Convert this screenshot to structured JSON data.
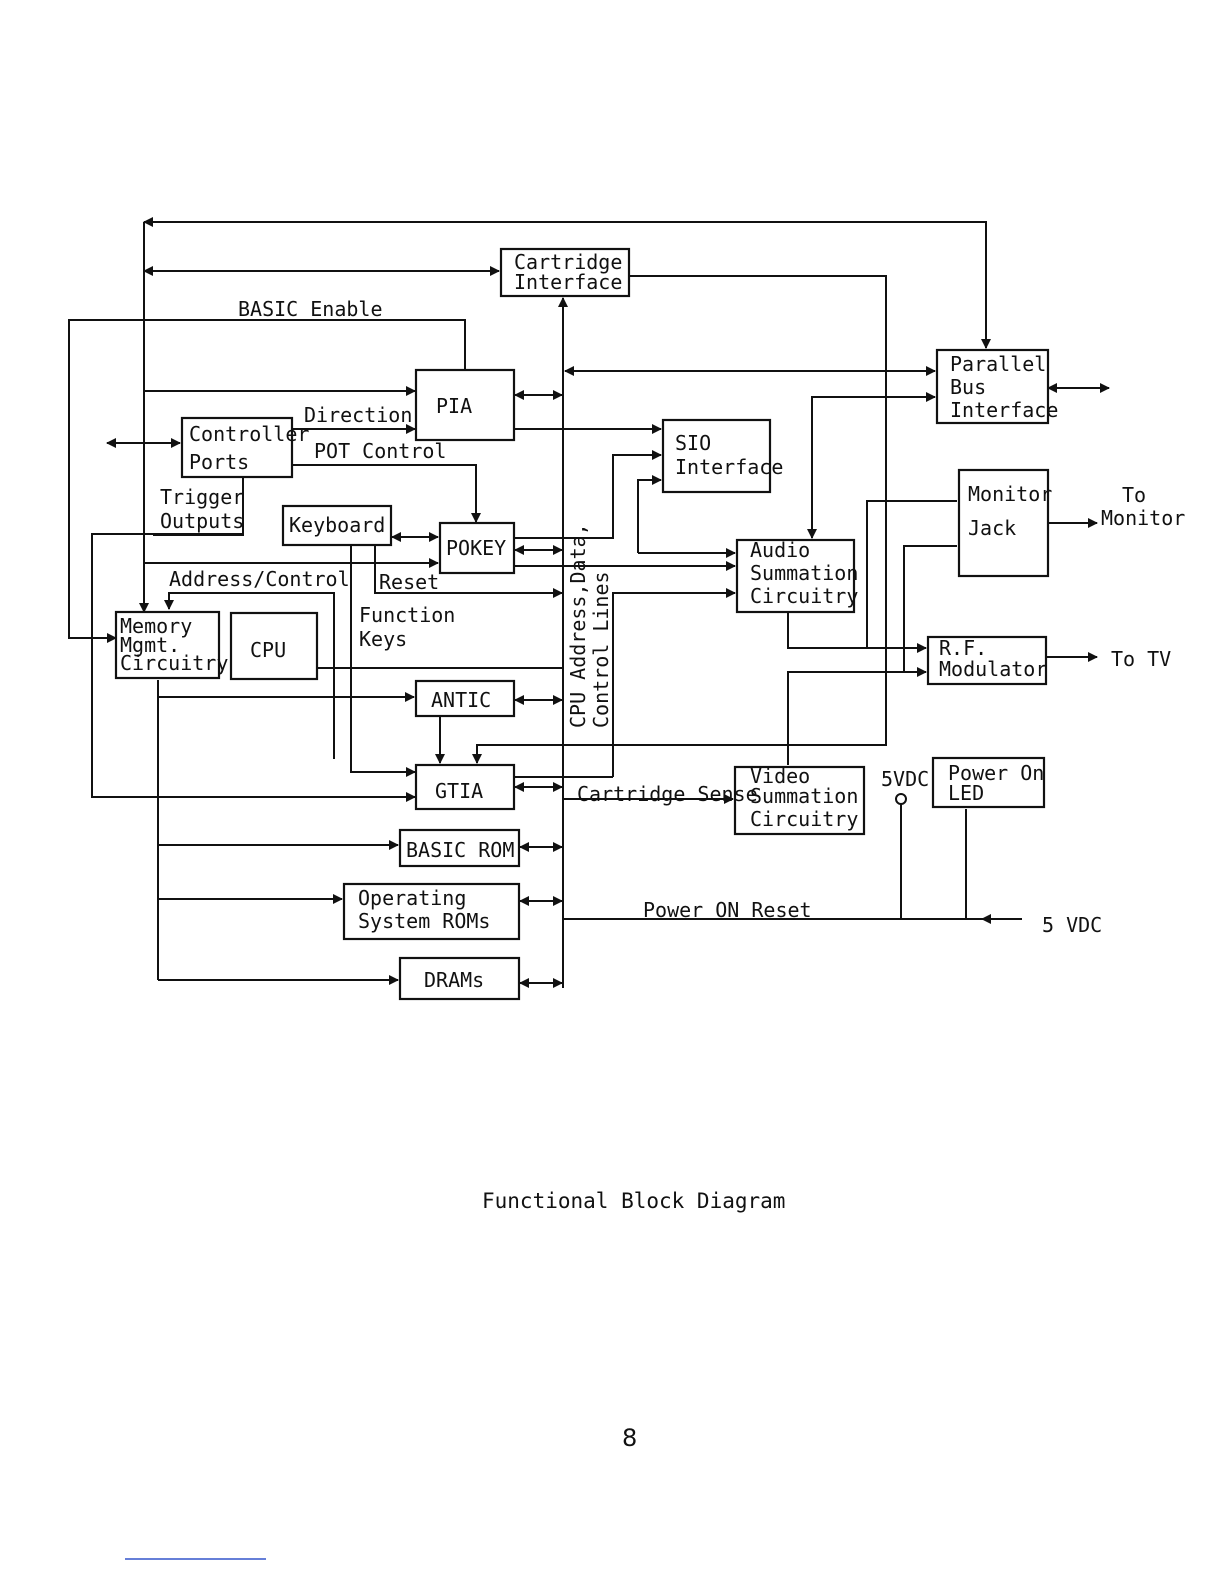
{
  "caption": "Functional Block Diagram",
  "page_number": "8",
  "blocks": {
    "cartridge_interface": [
      "Cartridge",
      "Interface"
    ],
    "pia": [
      "PIA"
    ],
    "controller_ports": [
      "Controller",
      "Ports"
    ],
    "trigger_outputs": [
      "Trigger",
      "Outputs"
    ],
    "keyboard": [
      "Keyboard"
    ],
    "pokey": [
      "POKEY"
    ],
    "memory_mgmt": [
      "Memory",
      "Mgmt.",
      "Circuitry"
    ],
    "cpu": [
      "CPU"
    ],
    "antic": [
      "ANTIC"
    ],
    "gtia": [
      "GTIA"
    ],
    "basic_rom": [
      "BASIC ROM"
    ],
    "os_roms": [
      "Operating",
      "System ROMs"
    ],
    "drams": [
      "DRAMs"
    ],
    "sio_interface": [
      "SIO",
      "Interface"
    ],
    "parallel_bus": [
      "Parallel",
      "Bus",
      "Interface"
    ],
    "audio_summation": [
      "Audio",
      "Summation",
      "Circuitry"
    ],
    "monitor_jack": [
      "Monitor",
      "Jack"
    ],
    "rf_modulator": [
      "R.F.",
      "Modulator"
    ],
    "video_summation": [
      "Video",
      "Summation",
      "Circuitry"
    ],
    "power_led": [
      "Power On",
      "LED"
    ]
  },
  "labels": {
    "basic_enable": "BASIC Enable",
    "direction": "Direction",
    "pot_control": "POT Control",
    "address_control": "Address/Control",
    "reset": "Reset",
    "function_keys": [
      "Function",
      "Keys"
    ],
    "bus_label": [
      "CPU Address,Data,",
      "Control Lines"
    ],
    "cartridge_sense": "Cartridge Sense",
    "power_on_reset": "Power ON Reset",
    "vdc_5_node": "5VDC",
    "vdc_5_input": "5 VDC",
    "to_monitor": [
      "To",
      "Monitor"
    ],
    "to_tv": "To TV"
  }
}
